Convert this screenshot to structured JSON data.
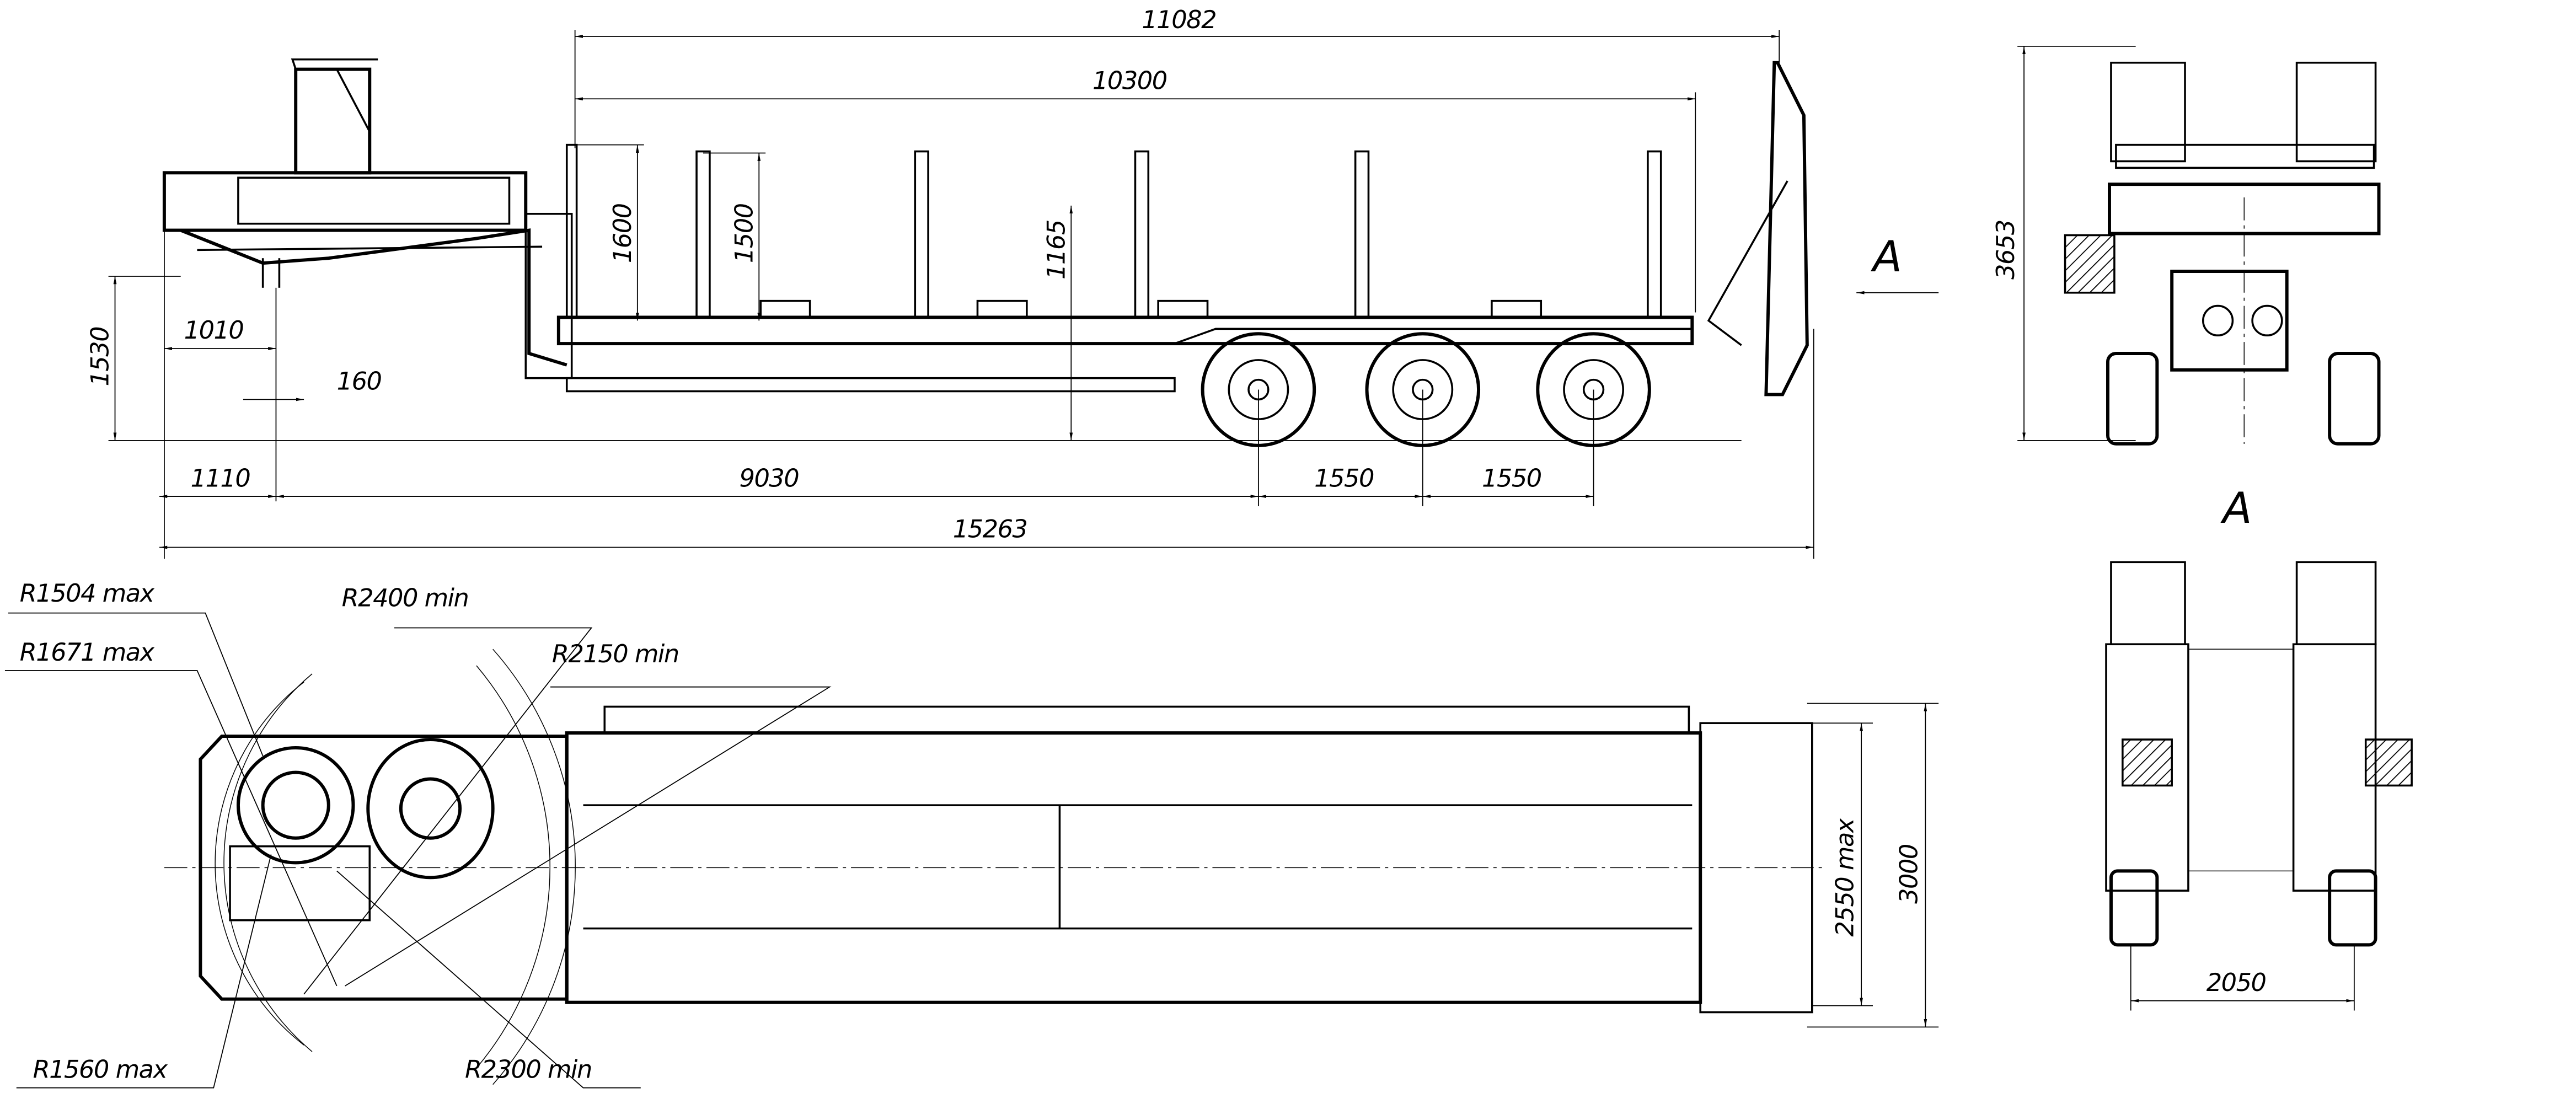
{
  "side_view": {
    "dims": {
      "overall_platform": "11082",
      "deck_length": "10300",
      "ramp_height": "1600",
      "stake_height": "1500",
      "deck_height": "1165",
      "coupling_height": "1530",
      "kingpin_offset": "1010",
      "kingpin_small": "160",
      "front_overhang": "1110",
      "wheelbase": "9030",
      "axle_spacing_1": "1550",
      "axle_spacing_2": "1550",
      "overall_length": "15263"
    },
    "view_marker": "A"
  },
  "rear_view": {
    "height": "3653",
    "label": "A"
  },
  "front_view": {
    "track": "2050"
  },
  "plan_view": {
    "radii": {
      "r1504": "R1504 max",
      "r1671": "R1671 max",
      "r2400": "R2400 min",
      "r2150": "R2150 min",
      "r1560": "R1560 max",
      "r2300": "R2300 min"
    },
    "width_max": "2550 max",
    "width_total": "3000"
  }
}
